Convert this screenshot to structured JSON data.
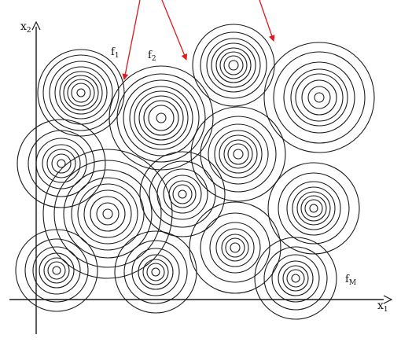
{
  "axes": {
    "x_label_base": "x",
    "x_label_sub": "1",
    "y_label_base": "x",
    "y_label_sub": "2"
  },
  "labels": {
    "f1_base": "f",
    "f1_sub": "1",
    "f2_base": "f",
    "f2_sub": "2",
    "fM_base": "f",
    "fM_sub": "M"
  },
  "colors": {
    "arrow": "#e0191b",
    "ink": "#1a1a1a"
  },
  "icons": [
    "x-axis-arrow",
    "y-axis-arrow",
    "red-pointer-arrow"
  ]
}
